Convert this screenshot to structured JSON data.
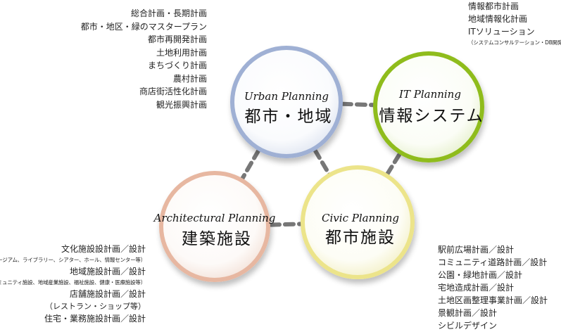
{
  "circles": {
    "urban": {
      "en": "Urban Planning",
      "jp": "都市・地域",
      "color": "#9fb0d4"
    },
    "it": {
      "en": "IT Planning",
      "jp": "情報システム",
      "color": "#8fbc1e"
    },
    "architectural": {
      "en": "Architectural Planning",
      "jp": "建築施設",
      "color": "#e7b7a1"
    },
    "civic": {
      "en": "Civic Planning",
      "jp": "都市施設",
      "color": "#ece48a"
    }
  },
  "connector_color": "#777777",
  "urban_items": [
    "総合計画・長期計画",
    "都市・地区・緑のマスタープラン",
    "都市再開発計画",
    "土地利用計画",
    "まちづくり計画",
    "農村計画",
    "商店街活性化計画",
    "観光振興計画"
  ],
  "it_items": [
    "情報都市計画",
    "地域情報化計画",
    "ITソリューション",
    "（システムコンサルテーション・DB開発等）"
  ],
  "architectural_items": [
    "文化施設設計画／設計",
    "（ミュージアム、ライブラリー、シアター、ホール、情報センター等）",
    "地域施設計画／設計",
    "（コミュニティ施設、地域産業施設、福祉施設、健康・医療施設等）",
    "店舗施設計画／設計",
    "（レストラン・ショップ等）",
    "住宅・業務施設計画／設計"
  ],
  "civic_items": [
    "駅前広場計画／設計",
    "コミュニティ道路計画／設計",
    "公園・緑地計画／設計",
    "宅地造成計画／設計",
    "土地区画整理事業計画／設計",
    "景観計画／設計",
    "シビルデザイン"
  ]
}
